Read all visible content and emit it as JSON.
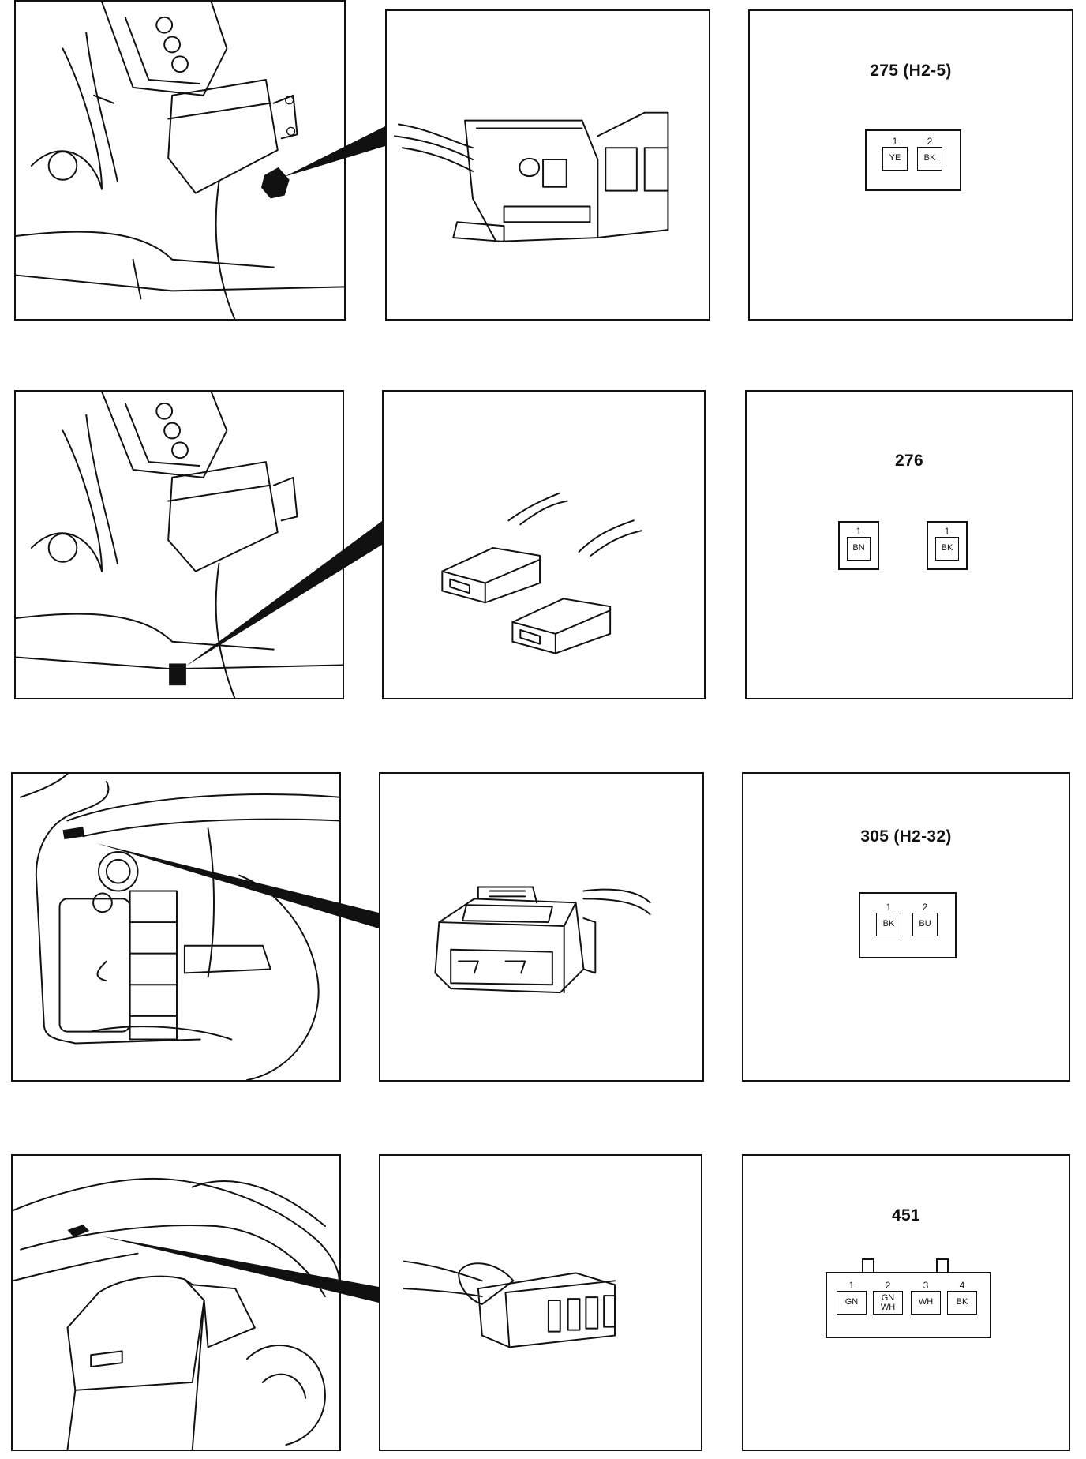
{
  "connectors": [
    {
      "number": "275 (H2-5)",
      "pins": [
        {
          "num": "1",
          "color": [
            "YE"
          ]
        },
        {
          "num": "2",
          "color": [
            "BK"
          ]
        }
      ]
    },
    {
      "number": "276",
      "pins": [
        {
          "num": "1",
          "color": [
            "BN"
          ]
        },
        {
          "num": "1",
          "color": [
            "BK"
          ]
        }
      ]
    },
    {
      "number": "305 (H2-32)",
      "pins": [
        {
          "num": "1",
          "color": [
            "BK"
          ]
        },
        {
          "num": "2",
          "color": [
            "BU"
          ]
        }
      ]
    },
    {
      "number": "451",
      "pins": [
        {
          "num": "1",
          "color": [
            "GN"
          ]
        },
        {
          "num": "2",
          "color": [
            "GN",
            "WH"
          ]
        },
        {
          "num": "3",
          "color": [
            "WH"
          ]
        },
        {
          "num": "4",
          "color": [
            "BK"
          ]
        }
      ]
    }
  ]
}
